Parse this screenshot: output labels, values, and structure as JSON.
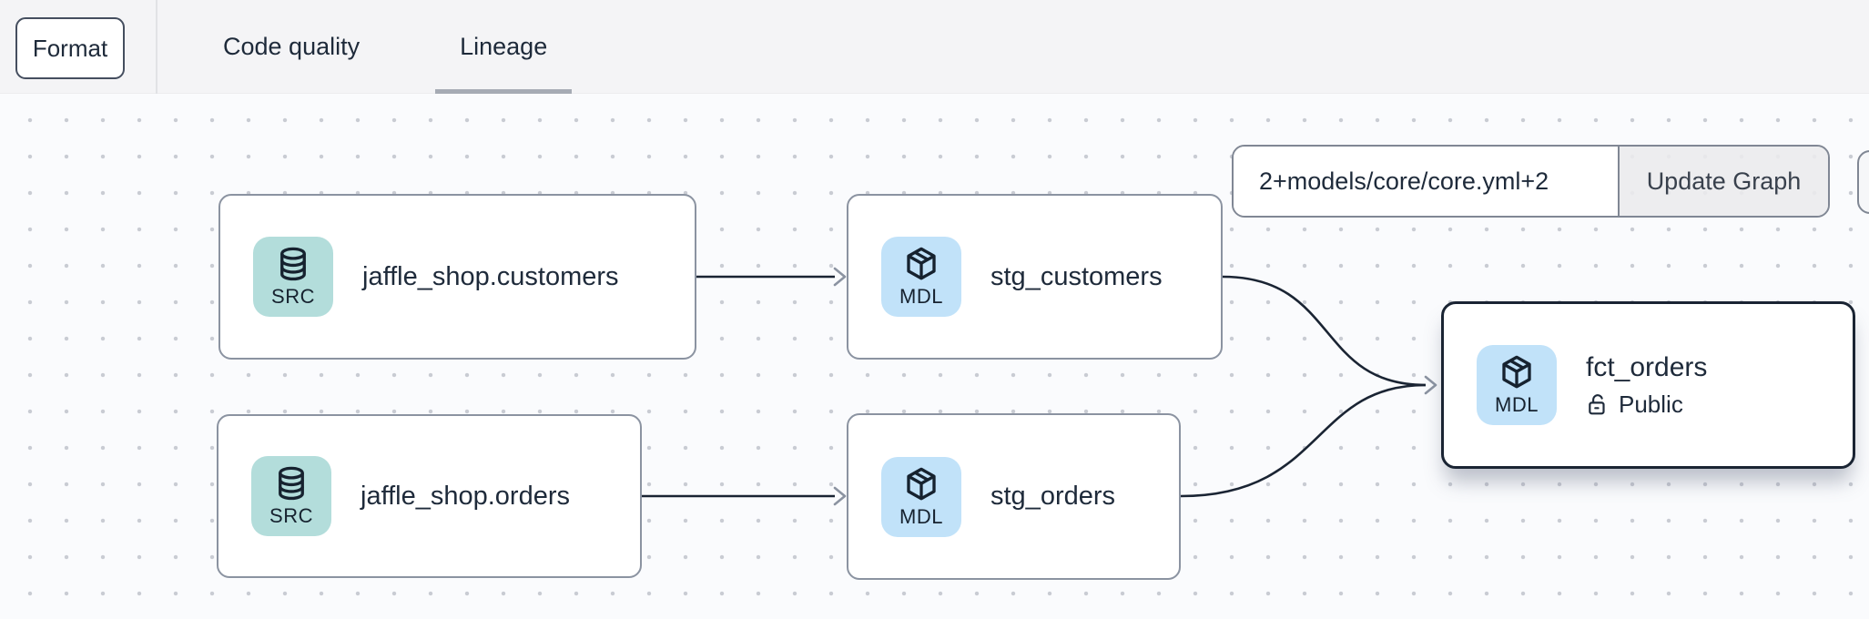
{
  "toolbar": {
    "format_label": "Format"
  },
  "tabs": [
    {
      "label": "Code quality",
      "active": false
    },
    {
      "label": "Lineage",
      "active": true
    }
  ],
  "lineage_controls": {
    "selector_value": "2+models/core/core.yml+2",
    "update_button_label": "Update Graph"
  },
  "nodes": [
    {
      "id": "source-jaffle-shop-customers",
      "type_badge": "SRC",
      "type": "source",
      "label": "jaffle_shop.customers"
    },
    {
      "id": "model-stg-customers",
      "type_badge": "MDL",
      "type": "model",
      "label": "stg_customers"
    },
    {
      "id": "source-jaffle-shop-orders",
      "type_badge": "SRC",
      "type": "source",
      "label": "jaffle_shop.orders"
    },
    {
      "id": "model-stg-orders",
      "type_badge": "MDL",
      "type": "model",
      "label": "stg_orders"
    },
    {
      "id": "model-fct-orders",
      "type_badge": "MDL",
      "type": "model",
      "label": "fct_orders",
      "access_label": "Public",
      "selected": true
    }
  ],
  "edges": [
    {
      "from": "jaffle_shop.customers",
      "to": "stg_customers"
    },
    {
      "from": "jaffle_shop.orders",
      "to": "stg_orders"
    },
    {
      "from": "stg_customers",
      "to": "fct_orders"
    },
    {
      "from": "stg_orders",
      "to": "fct_orders"
    }
  ],
  "colors": {
    "topbar_bg": "#f4f4f6",
    "canvas_bg": "#fafbfd",
    "dot_grid": "#c9ccd3",
    "node_border": "#8b93a1",
    "selected_border": "#1a2433",
    "edge": "#1a2433",
    "arrowhead": "#8b93a1",
    "source_badge_bg": "#b3dddb",
    "model_badge_bg": "#c1e2f9",
    "text": "#1e2a3a",
    "tab_underline": "#a6abb4"
  }
}
